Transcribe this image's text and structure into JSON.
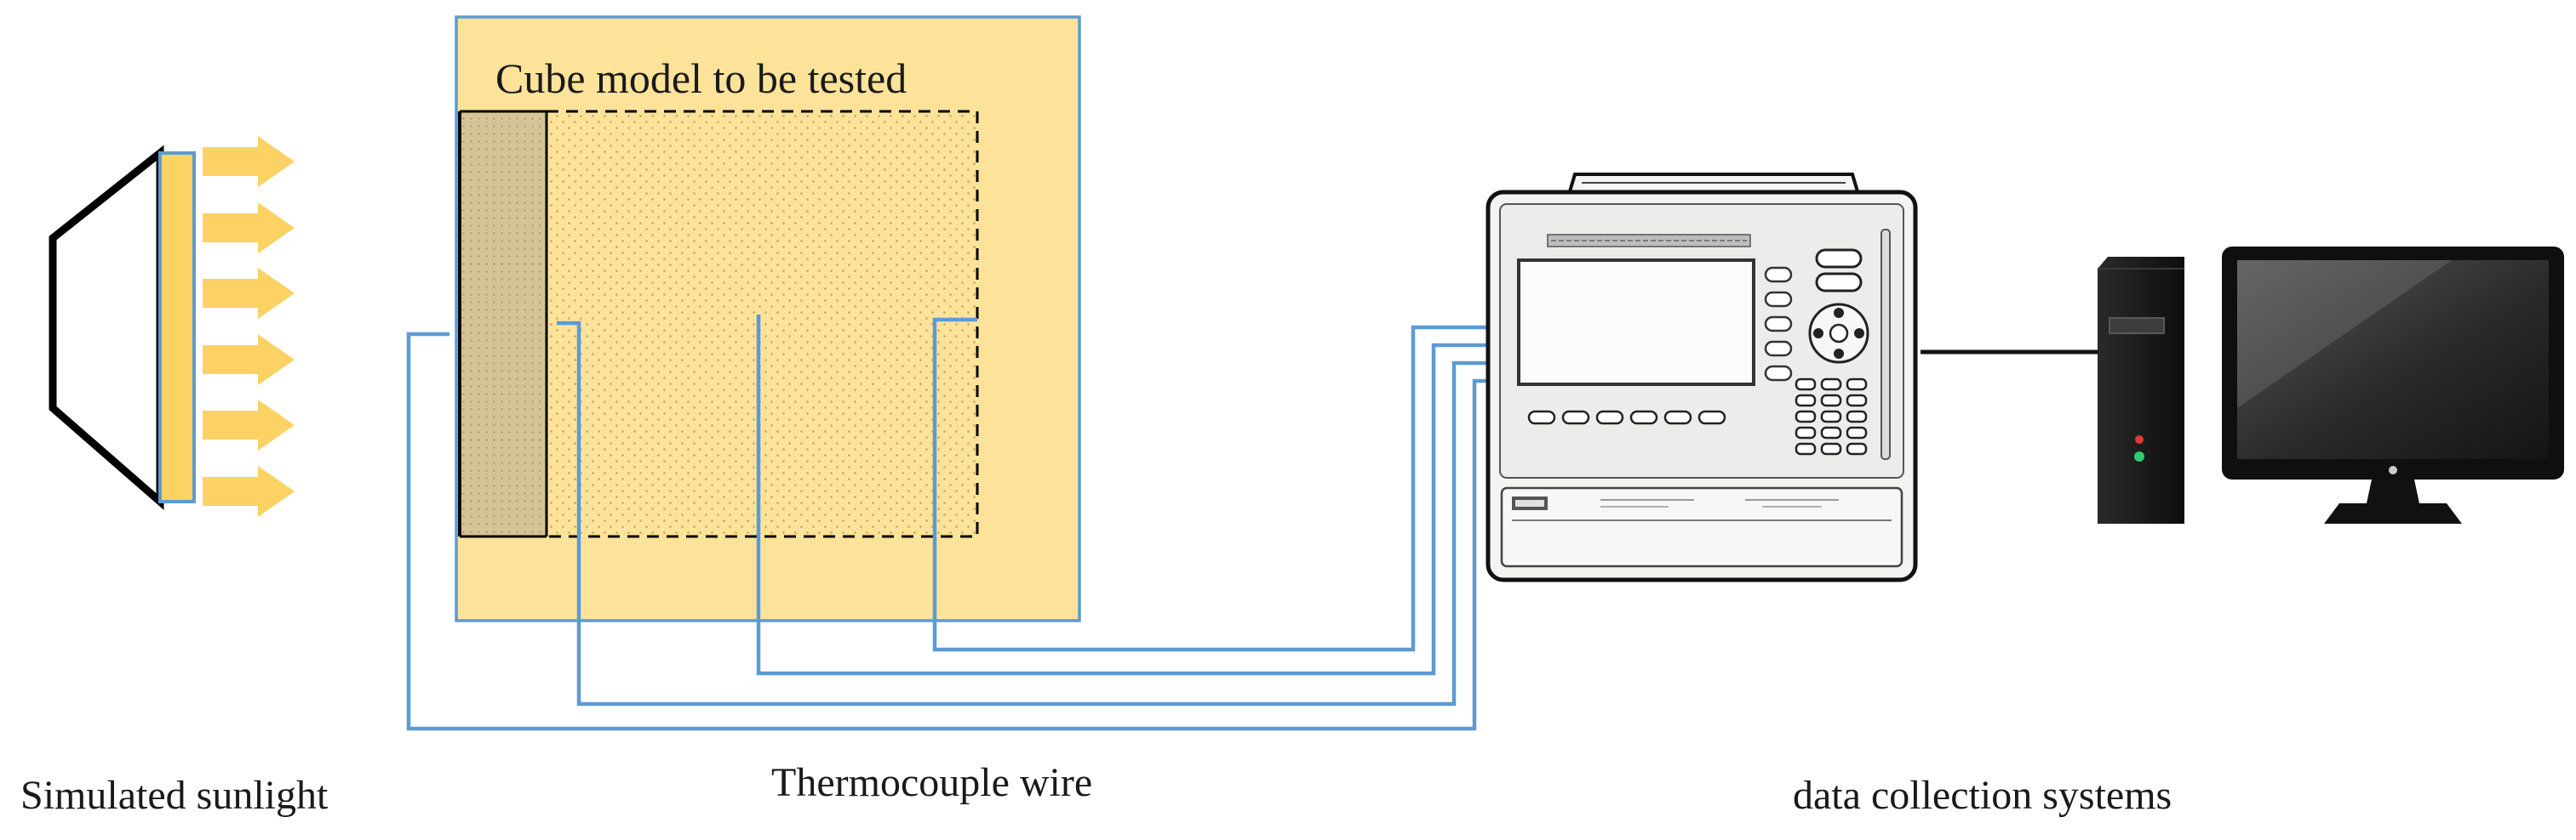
{
  "labels": {
    "model_title": "Cube model to be tested",
    "sunlight": "Simulated sunlight",
    "wire": "Thermocouple wire",
    "daq": "data collection systems"
  },
  "colors": {
    "model_fill": "#fde39a",
    "model_border": "#5b9bd5",
    "insulation_fill": "#d6c499",
    "arrow_fill": "#fcd265",
    "wire": "#5b9bd5",
    "recorder_body": "#f3f3f1",
    "screen": "#fbfbfb",
    "pc_body": "#151515",
    "led_red": "#e53935",
    "led_green": "#2ecc71"
  },
  "components": {
    "lamp": "simulated-sunlight-lamp",
    "arrows": "light-ray-arrows",
    "model": "cube-model",
    "recorder": "data-recorder",
    "computer": "desktop-computer"
  }
}
